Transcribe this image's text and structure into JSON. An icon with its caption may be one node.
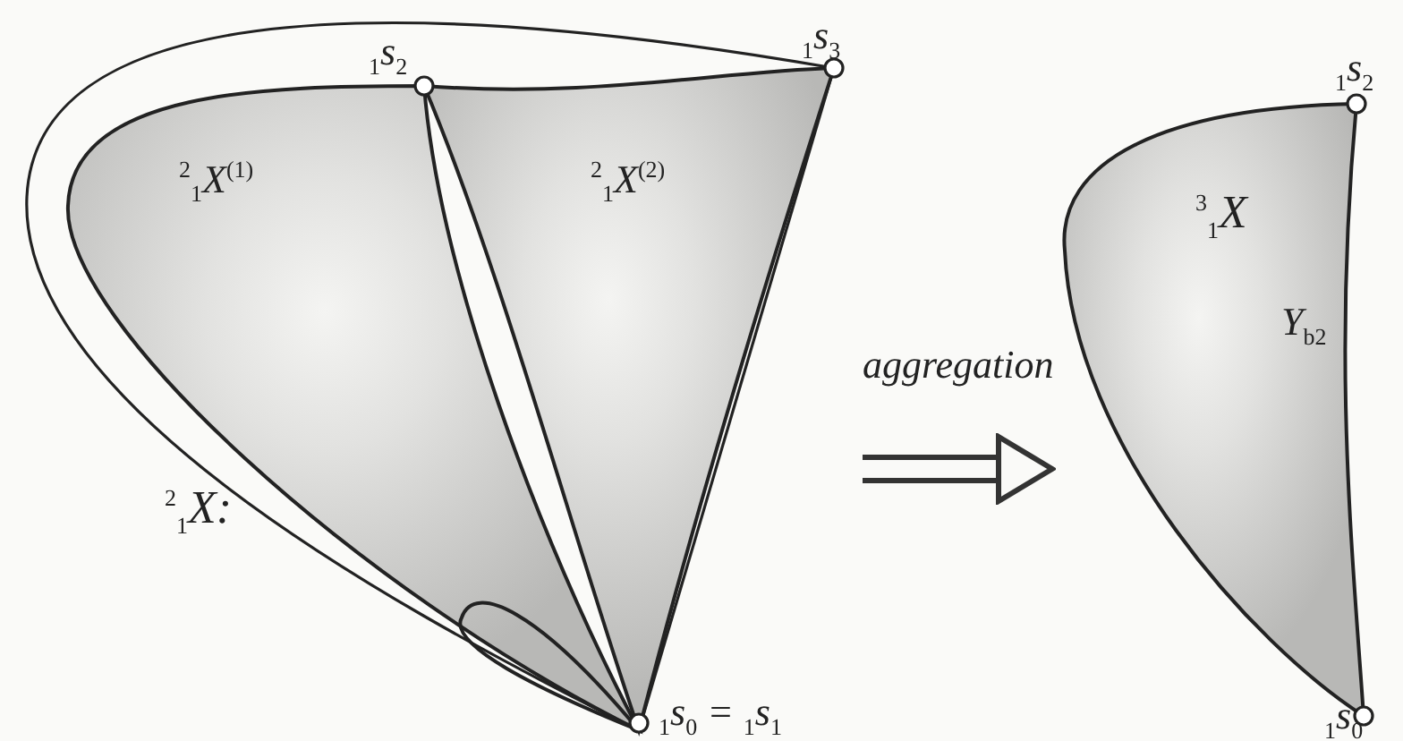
{
  "diagram": {
    "nodes": [
      {
        "text": [
          "$^{2}$$_{1}$X:"
        ]
      },
      {
        "text": [
          "$^{3}$$_{1}$X"
        ]
      }
    ],
    "edges": [
      {
        "from": 0,
        "to": 1,
        "arrow": "to",
        "label": "aggregation"
      }
    ],
    "labels": [
      "$_{1}$s$_{2}$",
      "$_{1}$s$_{3}$",
      "$^{2}$$_{1}$X$^{(1)}$",
      "$^{2}$$_{1}$X$^{(2)}$",
      "$_{1}$s$_{0}$ = $_{1}$s$_{1}$",
      "$_{1}$s$_{2}$",
      "Y$_{b2}$",
      "$_{1}$s$_{0}$"
    ]
  }
}
